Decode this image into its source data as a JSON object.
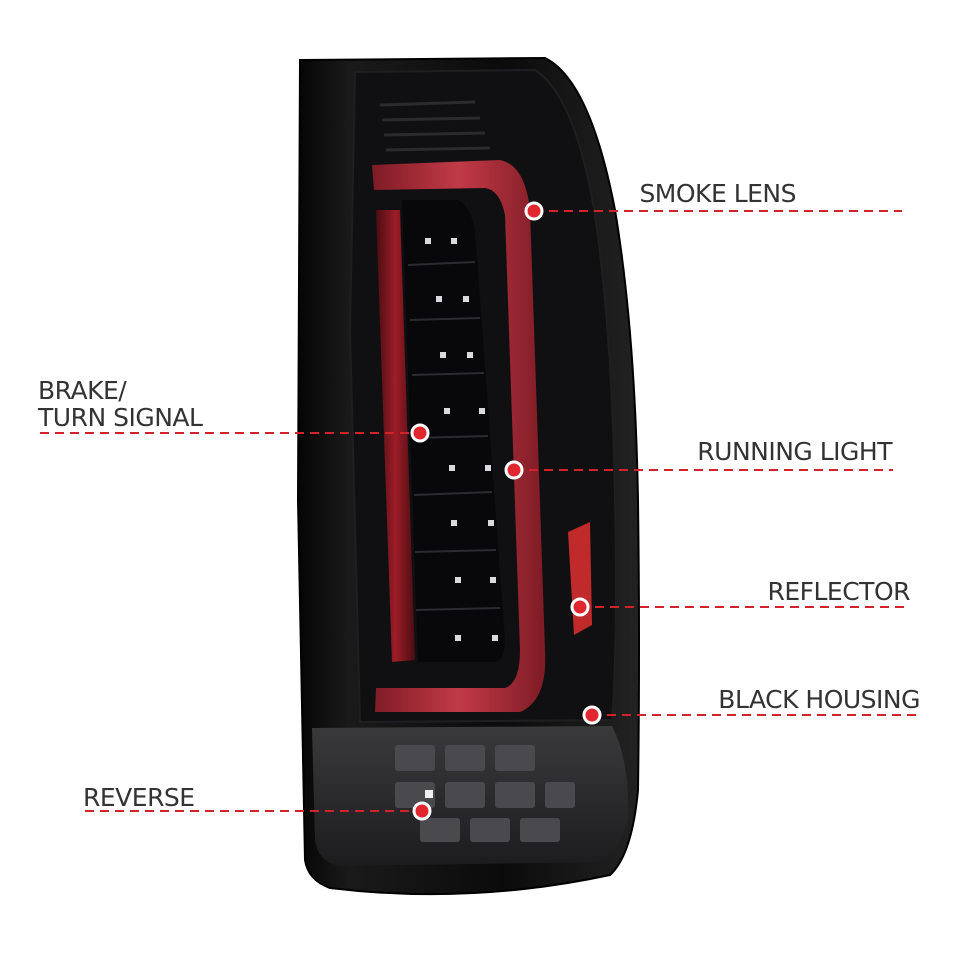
{
  "callouts": {
    "smoke_lens": "SMOKE LENS",
    "brake_turn_line1": "BRAKE/",
    "brake_turn_line2": "TURN SIGNAL",
    "running_light": "RUNNING LIGHT",
    "reflector": "REFLECTOR",
    "black_housing": "BLACK HOUSING",
    "reverse": "REVERSE"
  },
  "colors": {
    "callout_line": "#d2232a",
    "callout_text": "#333333",
    "housing": "#121212",
    "light_bar": "#b8323f",
    "led_cell": "#0a0a0d",
    "reverse_section": "#2a2a2c"
  }
}
